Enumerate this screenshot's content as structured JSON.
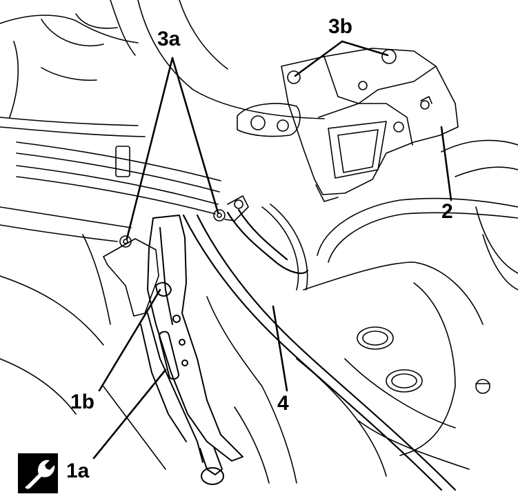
{
  "callouts": {
    "c3a": "3a",
    "c3b": "3b",
    "c2": "2",
    "c4": "4",
    "c1b": "1b",
    "c1a": "1a"
  },
  "icons": {
    "tool_badge": "wrench-icon"
  },
  "colors": {
    "ink": "#000000",
    "paper": "#ffffff"
  }
}
